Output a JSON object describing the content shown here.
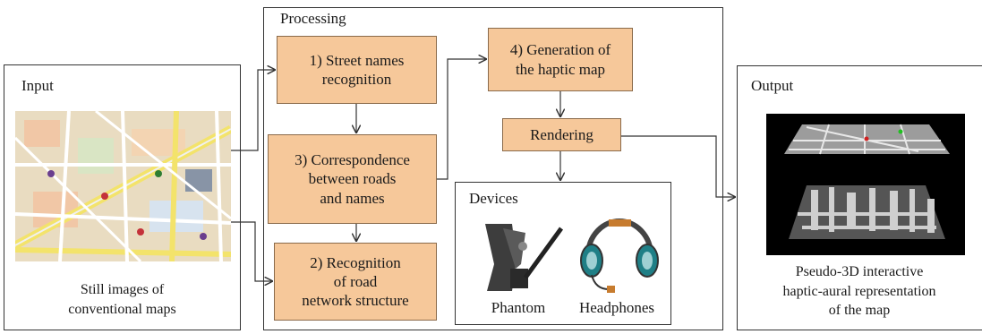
{
  "input": {
    "title": "Input",
    "caption_line1": "Still images of",
    "caption_line2": "conventional maps"
  },
  "processing": {
    "title": "Processing",
    "step1_line1": "1) Street names",
    "step1_line2": "recognition",
    "step3_line1": "3) Correspondence",
    "step3_line2": "between roads",
    "step3_line3": "and names",
    "step2_line1": "2) Recognition",
    "step2_line2": "of road",
    "step2_line3": "network structure",
    "step4_line1": "4) Generation of",
    "step4_line2": "the haptic map",
    "rendering": "Rendering"
  },
  "devices": {
    "title": "Devices",
    "phantom": "Phantom",
    "headphones": "Headphones"
  },
  "output": {
    "title": "Output",
    "caption_line1": "Pseudo-3D interactive",
    "caption_line2": "haptic-aural representation",
    "caption_line3": "of the map"
  },
  "colors": {
    "box_fill": "#f6c89a",
    "box_border": "#8a6a4a"
  }
}
